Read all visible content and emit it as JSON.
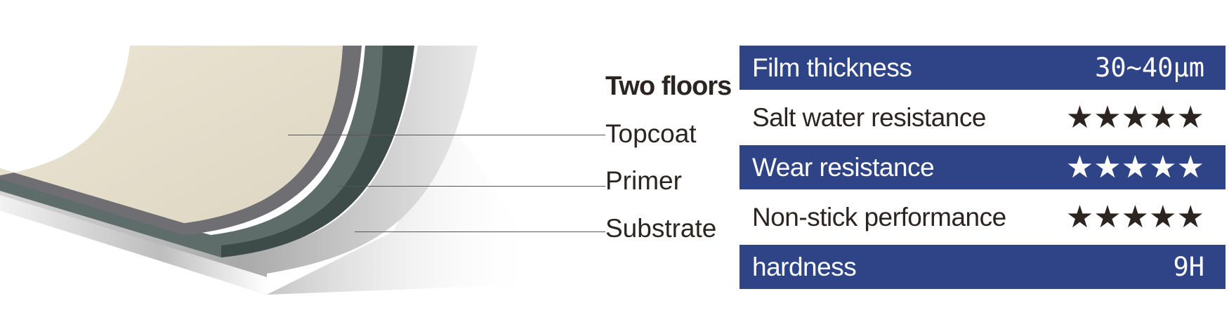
{
  "diagram": {
    "heading": "Two floors",
    "layers": [
      {
        "label": "Topcoat"
      },
      {
        "label": "Primer"
      },
      {
        "label": "Substrate"
      }
    ]
  },
  "specs": [
    {
      "label": "Film thickness",
      "value": "30~40μm",
      "style": "band"
    },
    {
      "label": "Salt water resistance",
      "stars": "★★★★★",
      "rating": 5,
      "style": "plain"
    },
    {
      "label": "Wear resistance",
      "stars": "★★★★★",
      "rating": 5,
      "style": "band"
    },
    {
      "label": "Non-stick performance",
      "stars": "★★★★★",
      "rating": 5,
      "style": "plain"
    },
    {
      "label": "hardness",
      "value": "9H",
      "style": "band"
    }
  ],
  "colors": {
    "band": "#2e4486",
    "topcoat": "#e6e0cd",
    "primer": "#5e6d6a",
    "substrate": "#c9c9c9"
  }
}
